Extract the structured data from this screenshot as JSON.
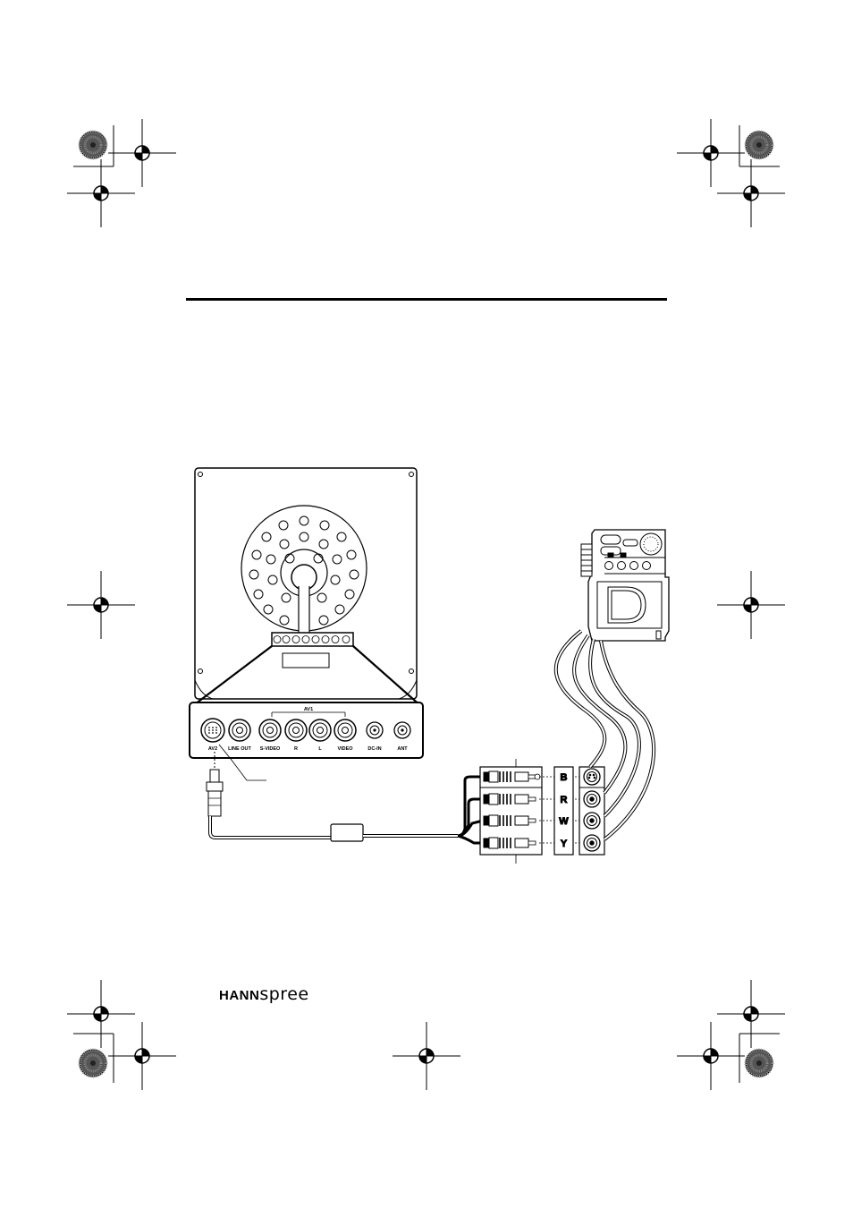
{
  "brand": {
    "part1": "HANN",
    "part2": "spree"
  },
  "tv_panel": {
    "group_label": "AV1",
    "ports": [
      "AV2",
      "LINE OUT",
      "S-VIDEO",
      "R",
      "L",
      "VIDEO",
      "DC-IN",
      "ANT"
    ]
  },
  "cable_plugs": [
    "B",
    "R",
    "W",
    "Y"
  ],
  "icons": [
    "registration-mark-icon",
    "starburst-target-icon"
  ]
}
